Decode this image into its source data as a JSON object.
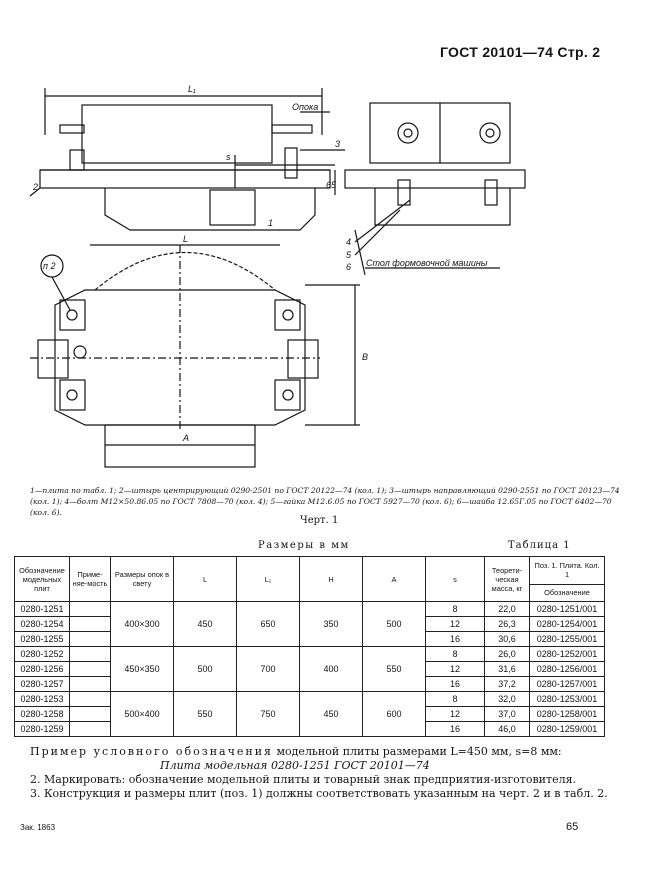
{
  "header": "ГОСТ 20101—74 Стр. 2",
  "drawing_labels": {
    "opoka": "Опока",
    "l1": "L₁",
    "l": "L",
    "a": "A",
    "b": "B",
    "s": "s",
    "h65": "65",
    "n1": "1",
    "n2": "2",
    "n3": "3",
    "n4": "4",
    "n5": "5",
    "n6": "6",
    "p2": "п 2",
    "machine_table": "Стол формовочной машины"
  },
  "caption": "1—плита по табл. 1; 2—штырь центрирующий 0290-2501 по ГОСТ 20122—74 (кол. 1); 3—штырь направляющий 0290-2551 по ГОСТ 20123—74 (кол. 1); 4—болт М12×50.86.05 по ГОСТ 7808—70 (кол. 4); 5—гайка М12.6.05 по ГОСТ 5927—70 (кол. 6); 6—шайба 12.65Г.05 по ГОСТ 6402—70 (кол. 6).",
  "figure_label": "Черт. 1",
  "units": "Размеры в мм",
  "table_label": "Таблица 1",
  "table": {
    "headers": [
      "Обозначение модельных плит",
      "Приме-няе-мость",
      "Размеры опок в свету",
      "L",
      "L₁",
      "H",
      "A",
      "s",
      "Теорети-ческая масса, кг",
      "Поз. 1. Плита. Кол. 1"
    ],
    "subheader": "Обозначение",
    "rows": [
      [
        "0280-1251",
        "",
        "400×300",
        "450",
        "650",
        "350",
        "500",
        "8",
        "22,0",
        "0280-1251/001"
      ],
      [
        "0280-1254",
        "",
        "",
        "",
        "",
        "",
        "",
        "12",
        "26,3",
        "0280-1254/001"
      ],
      [
        "0280-1255",
        "",
        "",
        "",
        "",
        "",
        "",
        "16",
        "30,6",
        "0280-1255/001"
      ],
      [
        "0280-1252",
        "",
        "",
        "",
        "",
        "",
        "",
        "8",
        "26,0",
        "0280-1252/001"
      ],
      [
        "0280-1256",
        "",
        "450×350",
        "500",
        "700",
        "400",
        "550",
        "12",
        "31,6",
        "0280-1256/001"
      ],
      [
        "0280-1257",
        "",
        "",
        "",
        "",
        "",
        "",
        "16",
        "37,2",
        "0280-1257/001"
      ],
      [
        "0280-1253",
        "",
        "",
        "",
        "",
        "",
        "",
        "8",
        "32,0",
        "0280-1253/001"
      ],
      [
        "0280-1258",
        "",
        "500×400",
        "550",
        "750",
        "450",
        "600",
        "12",
        "37,0",
        "0280-1258/001"
      ],
      [
        "0280-1259",
        "",
        "",
        "",
        "",
        "",
        "",
        "16",
        "46,0",
        "0280-1259/001"
      ]
    ]
  },
  "text": {
    "example_label": "Пример условного обозначения",
    "example_body": "модельной плиты размерами L=450 мм, s=8 мм:",
    "example_code": "Плита модельная 0280-1251 ГОСТ 20101—74",
    "item2": "2. Маркировать: обозначение модельной плиты и товарный знак предприятия-изготовителя.",
    "item3": "3. Конструкция и размеры плит (поз. 1) должны соответствовать указанным на черт. 2 и в табл. 2."
  },
  "footer": "Зак. 1863",
  "page_number": "65"
}
